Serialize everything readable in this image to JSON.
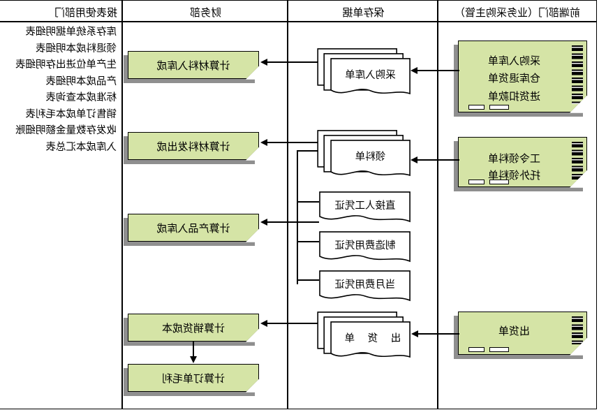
{
  "headers": [
    "前端部门（业务采购主管）",
    "保存单据",
    "财务部",
    "报表使用部门"
  ],
  "folders": [
    {
      "lines": [
        "采购入库单",
        "仓库退货单",
        "进货扣款单"
      ]
    },
    {
      "lines": [
        "工令领料单",
        "托外领料单"
      ]
    },
    {
      "lines": [
        "出货单"
      ]
    }
  ],
  "documents": {
    "purchase_in": "采购入库单",
    "material_issue": "领料单",
    "direct_labor": "直接人工凭证",
    "mfg_expense": "制造费用凭证",
    "monthly_expense": "当月费用凭证",
    "shipment": "出 货 单"
  },
  "process_boxes": [
    "计算材料入库成",
    "计算材料发出成",
    "计算产品入库成",
    "计算销货成本",
    "计算订单毛利"
  ],
  "reports": [
    "库存系统单据明细表",
    "领退料成本明细表",
    "生产单位进出存明细表",
    "产品成本明细表",
    "标准成本查询表",
    "销售订单成本毛利表",
    "收发存数量金额明细账",
    "入库成本汇总表"
  ],
  "colors": {
    "shape_fill": "#d5e4a6",
    "shadow": "#8f8f8f",
    "line": "#000000",
    "background": "#ffffff"
  },
  "orientation_note": "diagram rendered horizontally mirrored"
}
